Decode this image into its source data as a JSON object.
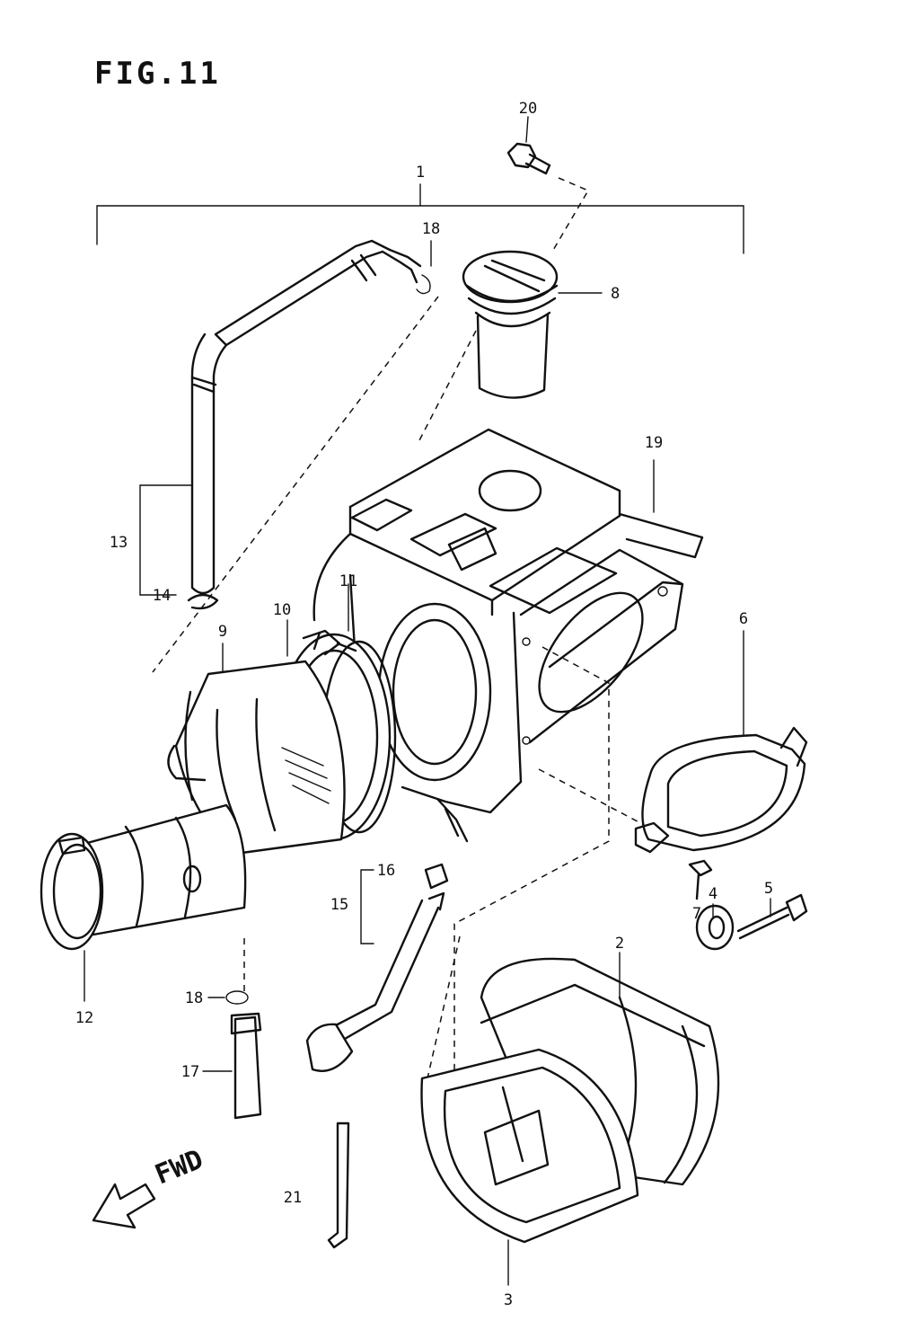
{
  "figure": {
    "title": "FIG.11"
  },
  "callouts": [
    {
      "id": "p1",
      "text": "1"
    },
    {
      "id": "p2",
      "text": "2"
    },
    {
      "id": "p3",
      "text": "3"
    },
    {
      "id": "p4",
      "text": "4"
    },
    {
      "id": "p5",
      "text": "5"
    },
    {
      "id": "p6",
      "text": "6"
    },
    {
      "id": "p7",
      "text": "7"
    },
    {
      "id": "p8",
      "text": "8"
    },
    {
      "id": "p9",
      "text": "9"
    },
    {
      "id": "p10",
      "text": "10"
    },
    {
      "id": "p11",
      "text": "11"
    },
    {
      "id": "p12",
      "text": "12"
    },
    {
      "id": "p13",
      "text": "13"
    },
    {
      "id": "p14",
      "text": "14"
    },
    {
      "id": "p15",
      "text": "15"
    },
    {
      "id": "p16",
      "text": "16"
    },
    {
      "id": "p17",
      "text": "17"
    },
    {
      "id": "p18a",
      "text": "18"
    },
    {
      "id": "p18b",
      "text": "18"
    },
    {
      "id": "p19",
      "text": "19"
    },
    {
      "id": "p20",
      "text": "20"
    },
    {
      "id": "p21",
      "text": "21"
    }
  ],
  "direction": {
    "label": "FWD"
  }
}
